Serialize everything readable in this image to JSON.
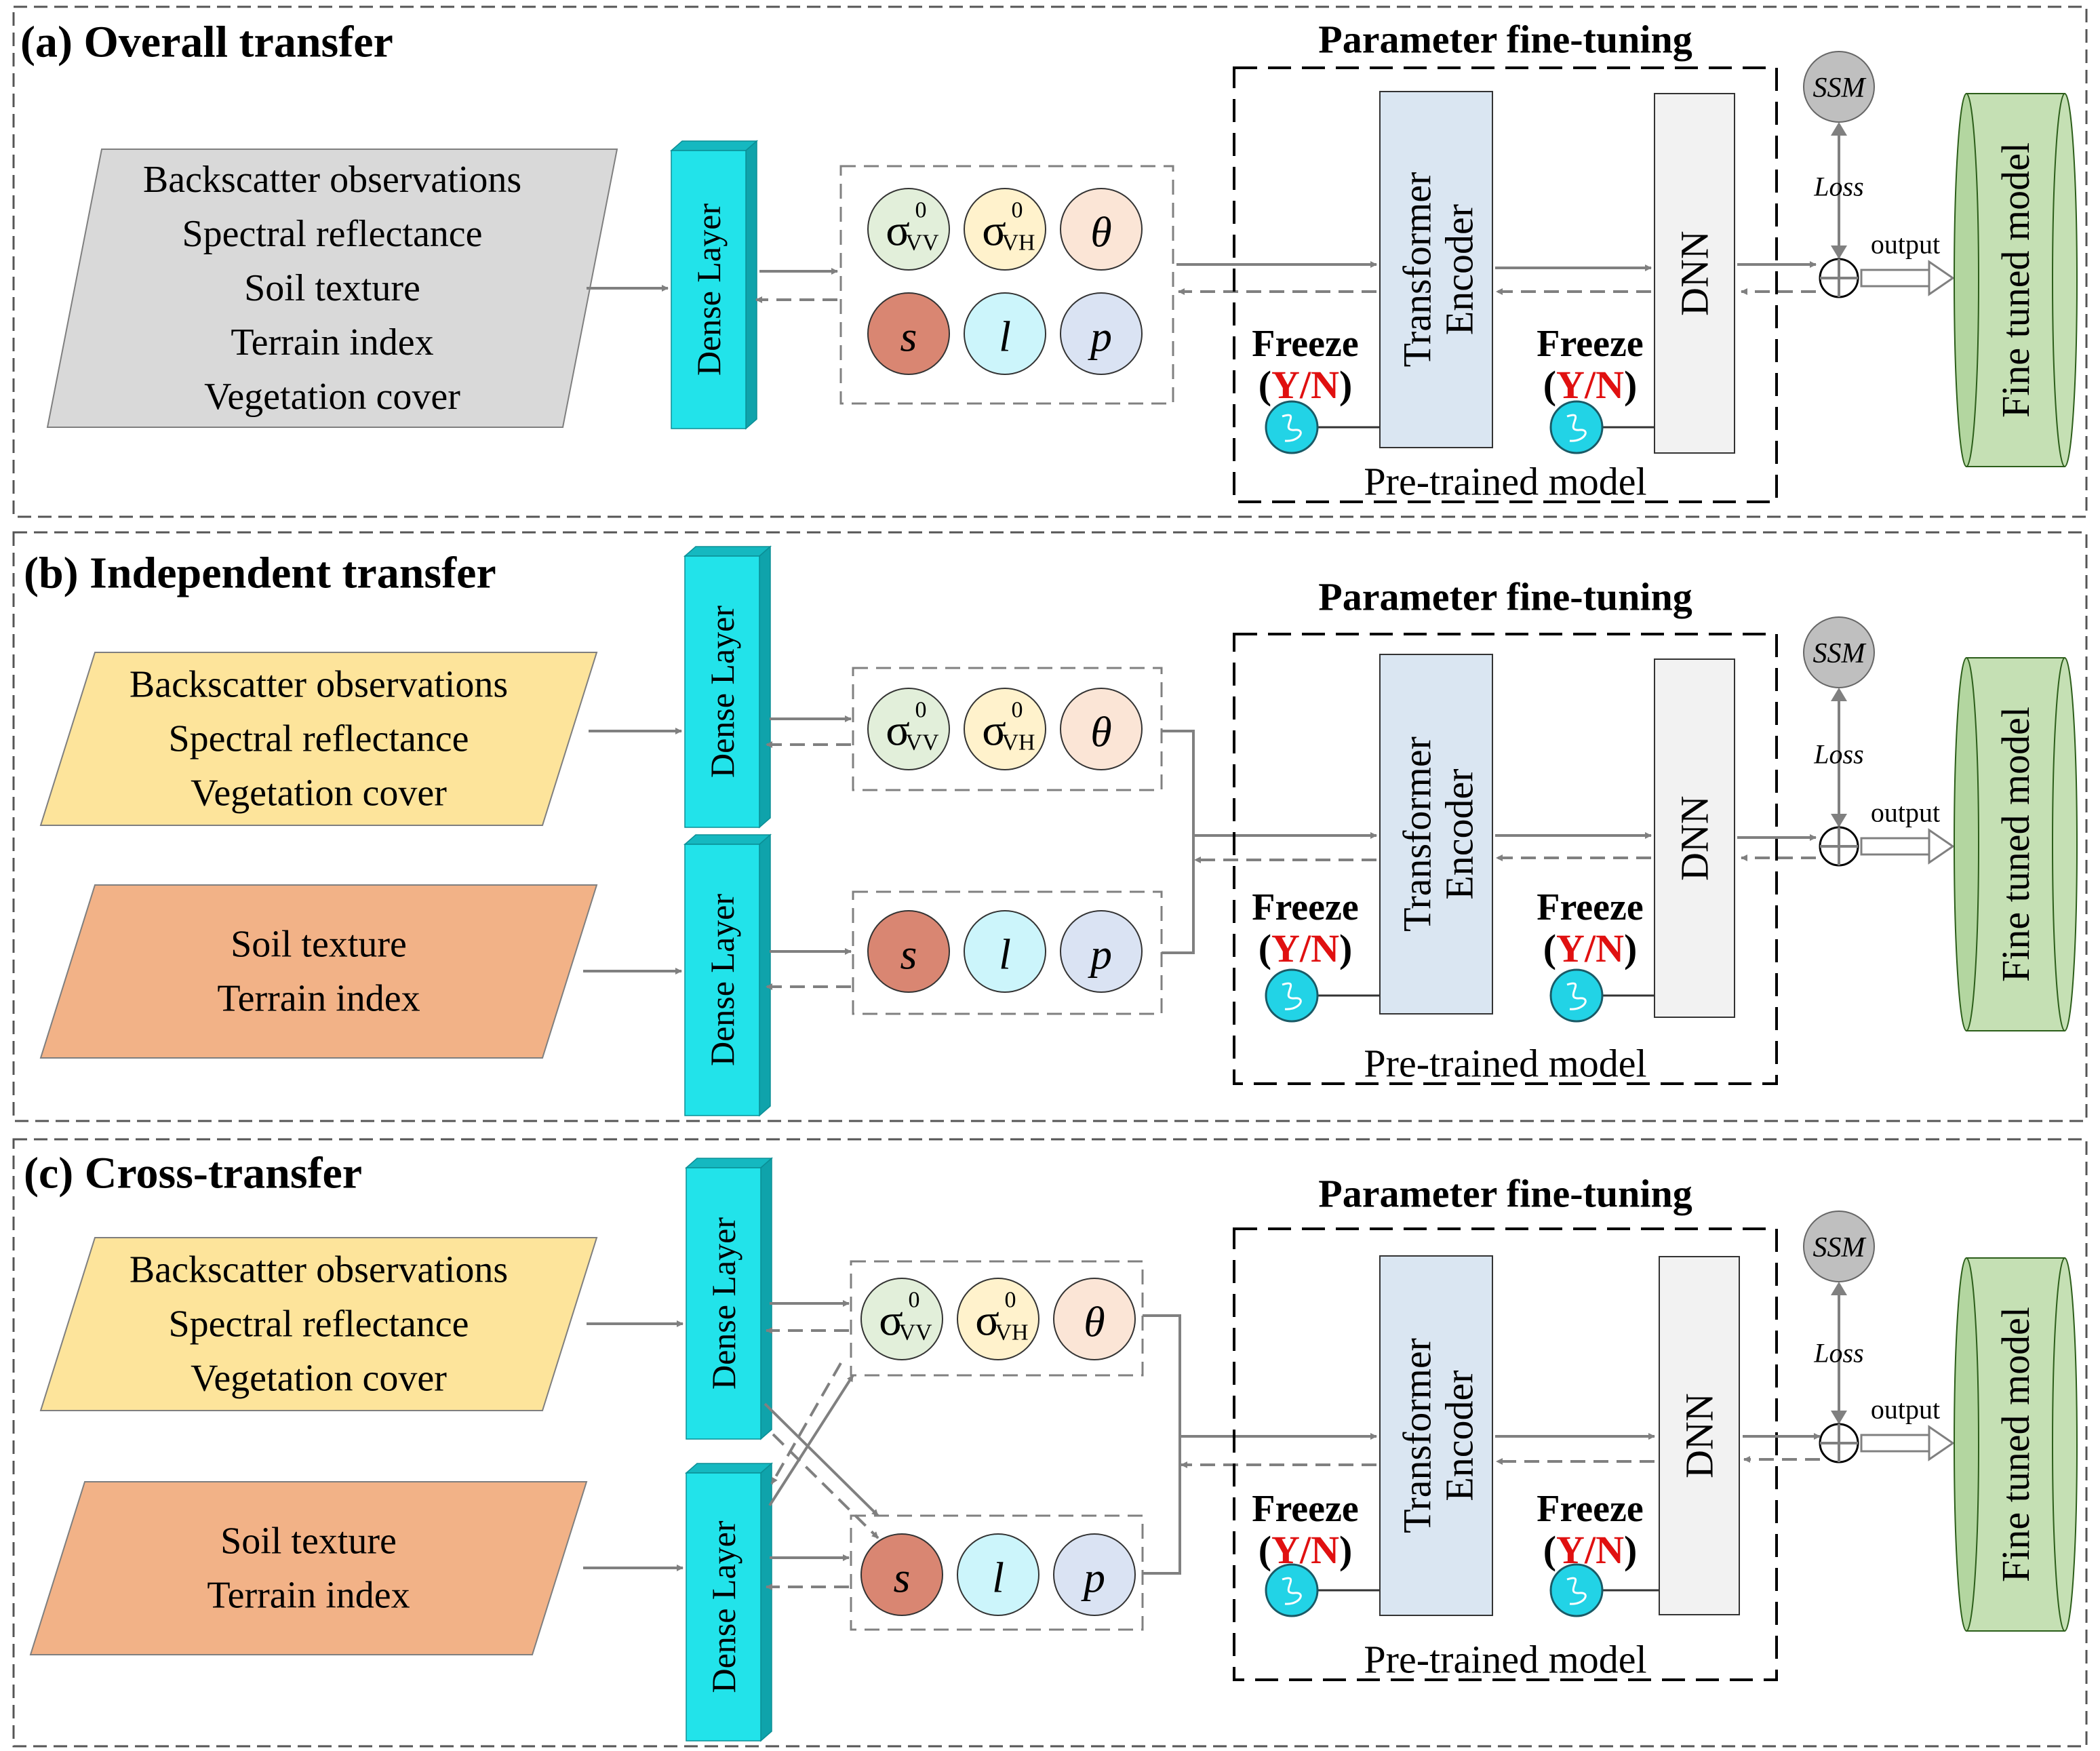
{
  "colors": {
    "dense": "#22e3ea",
    "dense_top": "#15b8c0",
    "dense_side": "#0fa3ab",
    "input_gray": "#d9d9d9",
    "input_yellow": "#fde49b",
    "input_orange": "#f2b287",
    "sigma_vv": "#e2efda",
    "sigma_vh": "#fff2cc",
    "theta": "#fbe5d6",
    "s": "#d98672",
    "l": "#ccf5fb",
    "p": "#dae3f3",
    "encoder": "#dae6f2",
    "dnn": "#f2f2f2",
    "ssm": "#bfbfbf",
    "model": "#c5e0b4",
    "switch": "#22d3e6",
    "yn_red": "#e01010",
    "arrow": "#808080"
  },
  "icons": {
    "sum": "circle-plus-icon",
    "switch": "switch-toggle-icon"
  },
  "common": {
    "dense_label": "Dense Layer",
    "param_title": "Parameter fine-tuning",
    "encoder_l1": "Transformer",
    "encoder_l2": "Encoder",
    "dnn": "DNN",
    "freeze": "Freeze",
    "yn_open": "(",
    "yn_y": "Y",
    "yn_slash": "/",
    "yn_n": "N",
    "yn_close": ")",
    "pretrained": "Pre-trained model",
    "ssm": "SSM",
    "loss": "Loss",
    "output": "output",
    "model": "Fine tuned model",
    "sigma": "σ",
    "sup0": "0",
    "vv": "VV",
    "vh": "VH",
    "theta": "θ",
    "s": "s",
    "l": "l",
    "p": "p"
  },
  "panels": [
    {
      "title": "(a) Overall transfer",
      "inputs": [
        {
          "lines": [
            "Backscatter observations",
            "Spectral reflectance",
            "Soil texture",
            "Terrain index",
            "Vegetation cover"
          ]
        }
      ]
    },
    {
      "title": "(b) Independent transfer",
      "inputs": [
        {
          "lines": [
            "Backscatter observations",
            "Spectral reflectance",
            "Vegetation cover"
          ]
        },
        {
          "lines": [
            "Soil texture",
            "Terrain index"
          ]
        }
      ]
    },
    {
      "title": "(c) Cross-transfer",
      "inputs": [
        {
          "lines": [
            "Backscatter observations",
            "Spectral reflectance",
            "Vegetation cover"
          ]
        },
        {
          "lines": [
            "Soil texture",
            "Terrain index"
          ]
        }
      ]
    }
  ]
}
